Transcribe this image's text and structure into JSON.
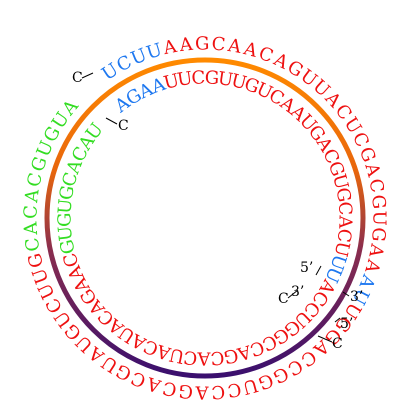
{
  "colors": {
    "red": "#ee1111",
    "blue": "#1e78f0",
    "green": "#33dd22",
    "link": "#000000"
  },
  "outer_strand": [
    {
      "seq": "UCUU",
      "color": "blue"
    },
    {
      "seq": "AAGCAACAGUUACUCGACGUGAA",
      "color": "red"
    },
    {
      "seq": "AU",
      "color": "blue"
    },
    {
      "seq": "UGGACCGGUCCAGCACGUAUGUCUUG",
      "color": "red"
    },
    {
      "seq": "CACACGUGUA",
      "color": "green"
    }
  ],
  "inner_strand": [
    {
      "seq": "AGAA",
      "color": "blue"
    },
    {
      "seq": "UUCGUUGUCAAUGACGUGCACU",
      "color": "red"
    },
    {
      "seq": "UU",
      "color": "blue"
    },
    {
      "seq": "ACCUGGCCAGCACUACAUACAGAAC",
      "color": "red"
    },
    {
      "seq": "GUGUGCACAU",
      "color": "green"
    }
  ],
  "labels": {
    "top_link": "C",
    "inner_link": "C",
    "right_link": "C",
    "left_link": "C",
    "outer_3prime": "3’",
    "outer_5prime": "5’",
    "inner_5prime": "5’",
    "inner_3prime": "3’"
  }
}
